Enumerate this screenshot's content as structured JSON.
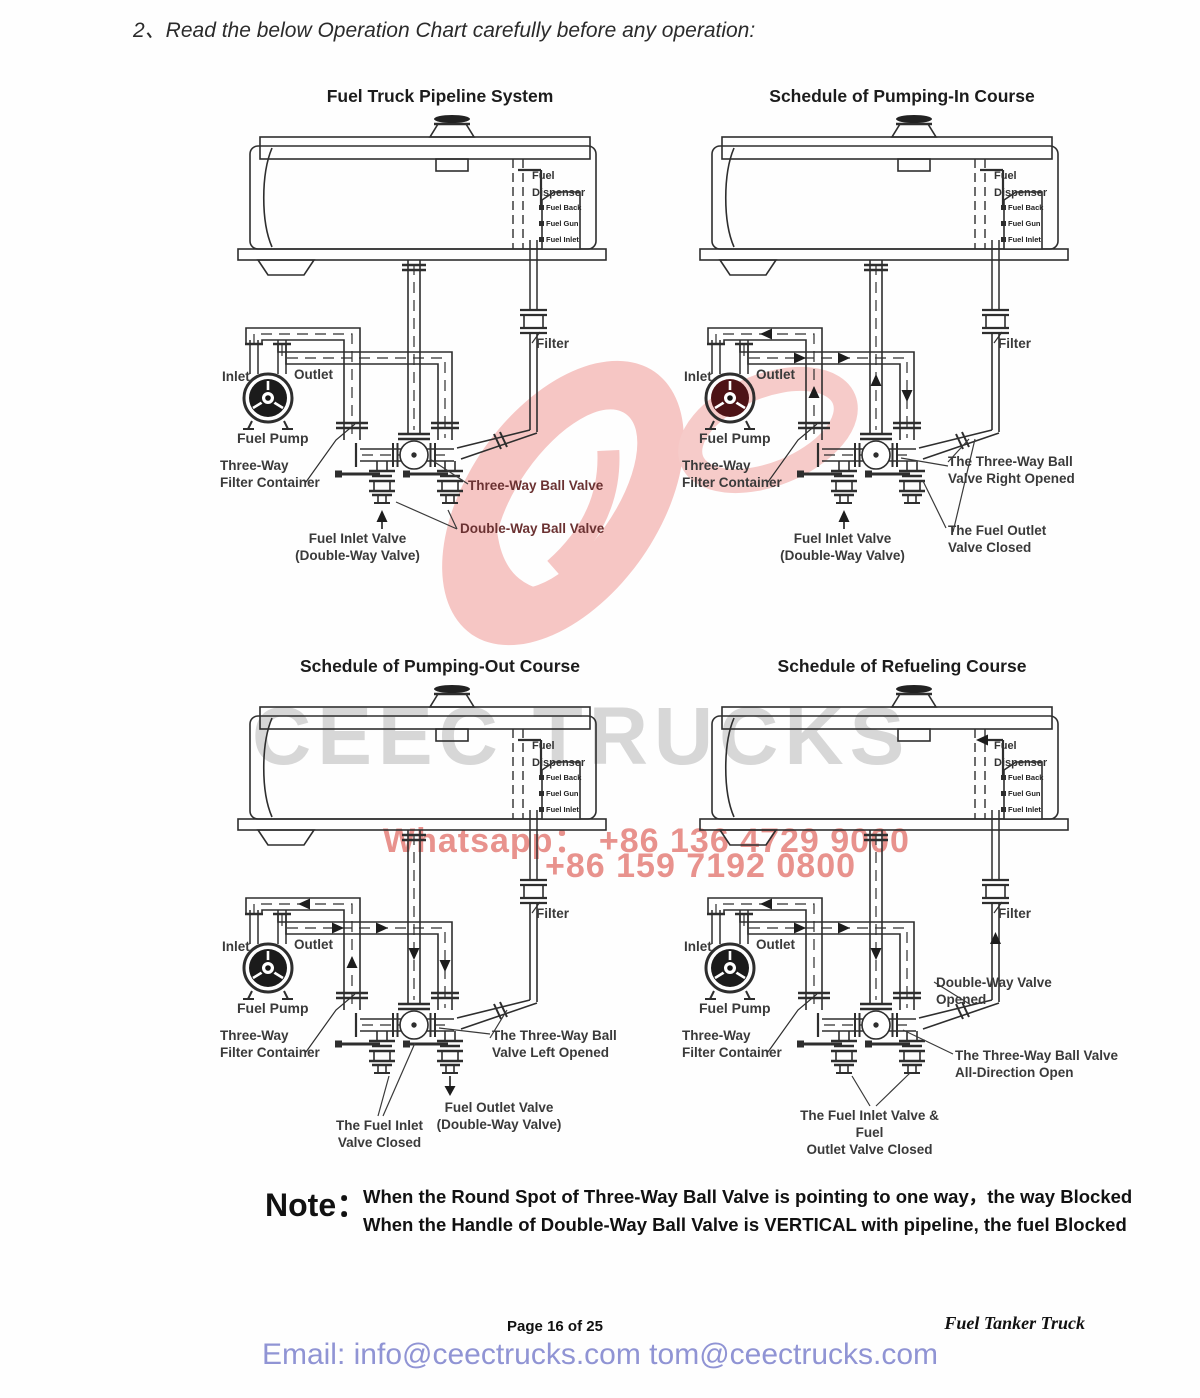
{
  "header": {
    "text": "2、Read the below Operation Chart carefully before any operation:"
  },
  "watermark": {
    "brand": "CEEC TRUCKS",
    "whatsapp": "Whatsapp：  +86 136 4729 9000",
    "phone2": "+86 159 7192 0800",
    "swoosh_color": "#f6c6c4",
    "brand_color": "#d7d7d7",
    "phone_color": "#e8928d"
  },
  "diagram_common": {
    "inlet": "Inlet",
    "outlet": "Outlet",
    "fuel_pump": "Fuel Pump",
    "filter": "Filter",
    "container_line1": "Three-Way",
    "container_line2": "Filter Container",
    "dispenser_line1": "Fuel",
    "dispenser_line2": "Dispenser",
    "port_back": "Fuel Back",
    "port_gun": "Fuel Gun",
    "port_inlet": "Fuel Inlet"
  },
  "pipeline": {
    "title": "Fuel Truck Pipeline System",
    "three_way_label": "Three-Way Ball Valve",
    "double_way_label": "Double-Way Ball Valve",
    "inlet_valve_line1": "Fuel Inlet Valve",
    "inlet_valve_line2": "(Double-Way Valve)"
  },
  "pumping_in": {
    "title": "Schedule of Pumping-In Course",
    "three_way_line1": "The Three-Way Ball",
    "three_way_line2": "Valve Right Opened",
    "outlet_closed_line1": "The Fuel Outlet",
    "outlet_closed_line2": "Valve Closed",
    "inlet_valve_line1": "Fuel Inlet Valve",
    "inlet_valve_line2": "(Double-Way Valve)"
  },
  "pumping_out": {
    "title": "Schedule of Pumping-Out Course",
    "three_way_line1": "The Three-Way Ball",
    "three_way_line2": "Valve Left Opened",
    "outlet_valve_line1": "Fuel Outlet Valve",
    "outlet_valve_line2": "(Double-Way Valve)",
    "inlet_closed_line1": "The Fuel Inlet",
    "inlet_closed_line2": "Valve Closed"
  },
  "refueling": {
    "title": "Schedule of Refueling Course",
    "double_way_line1": "Double-Way Valve",
    "double_way_line2": "Opened",
    "three_way_line1": "The Three-Way Ball Valve",
    "three_way_line2": "All-Direction Open",
    "closed_line1": "The Fuel Inlet Valve & Fuel",
    "closed_line2": "Outlet Valve Closed"
  },
  "note": {
    "label": "Note：",
    "line1": "When the Round Spot of Three-Way Ball Valve is pointing to one way，the way Blocked",
    "line2": "When the Handle of Double-Way Ball Valve is VERTICAL with pipeline, the fuel Blocked"
  },
  "footer": {
    "page": "Page 16 of  25",
    "doc_title": "Fuel Tanker Truck",
    "email": "Email: info@ceectrucks.com   tom@ceectrucks.com"
  }
}
